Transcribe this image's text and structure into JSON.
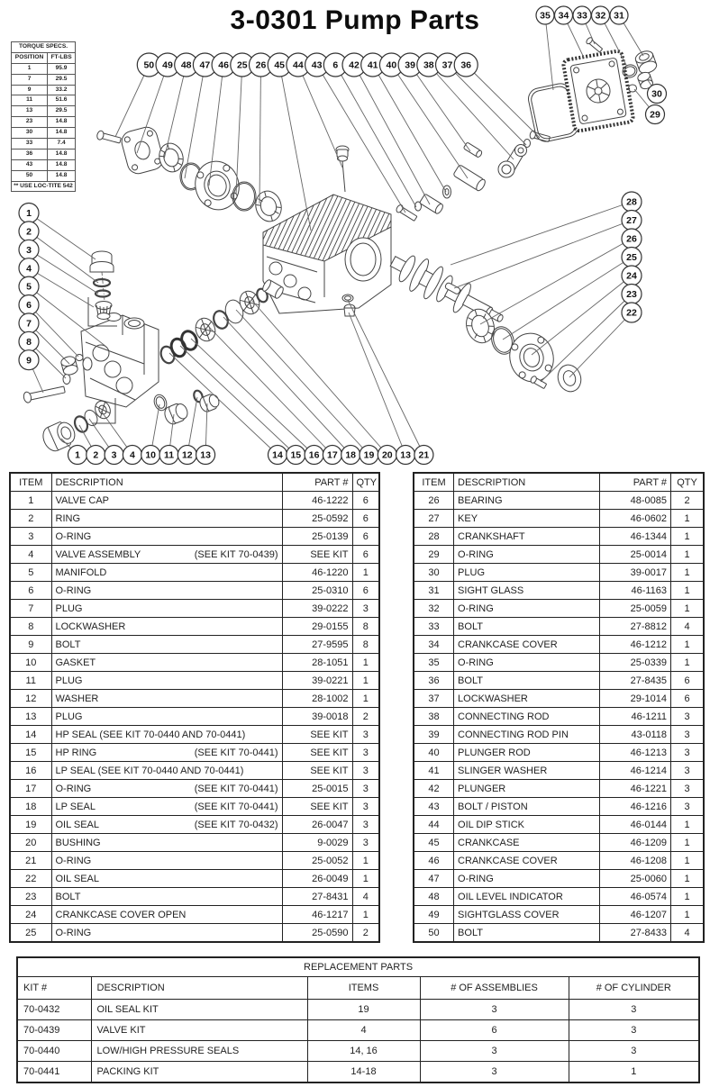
{
  "title": "3-0301 Pump Parts",
  "torque_specs": {
    "title": "TORQUE SPECS.",
    "columns": [
      "POSITION",
      "FT-LBS"
    ],
    "rows": [
      [
        "1",
        "95.9"
      ],
      [
        "7",
        "29.5"
      ],
      [
        "9",
        "33.2"
      ],
      [
        "11",
        "51.6"
      ],
      [
        "13",
        "29.5"
      ],
      [
        "23",
        "14.8"
      ],
      [
        "30",
        "14.8"
      ],
      [
        "33",
        "7.4"
      ],
      [
        "36",
        "14.8"
      ],
      [
        "43",
        "14.8"
      ],
      [
        "50",
        "14.8"
      ]
    ],
    "footnote": "** USE LOC-TITE 542"
  },
  "diagram": {
    "callouts": {
      "top_row": [
        "50",
        "49",
        "48",
        "47",
        "46",
        "25",
        "26",
        "45",
        "44",
        "43",
        "6",
        "42",
        "41",
        "40",
        "39",
        "38",
        "37",
        "36"
      ],
      "top_right_row": [
        "35",
        "34",
        "33",
        "32",
        "31"
      ],
      "single_30": "30",
      "single_29": "29",
      "right_column": [
        "28",
        "27",
        "26",
        "25",
        "24",
        "23",
        "22"
      ],
      "left_column": [
        "1",
        "2",
        "3",
        "4",
        "5",
        "6",
        "7",
        "8",
        "9"
      ],
      "bottom_left_row": [
        "1",
        "2",
        "3",
        "4",
        "10",
        "11",
        "12",
        "13"
      ],
      "bottom_right_row": [
        "14",
        "15",
        "16",
        "17",
        "18",
        "19",
        "20",
        "13",
        "21"
      ]
    }
  },
  "parts_table": {
    "columns": [
      "ITEM",
      "DESCRIPTION",
      "PART #",
      "QTY"
    ],
    "left_rows": [
      {
        "item": "1",
        "desc": "VALVE CAP",
        "note": "",
        "part": "46-1222",
        "qty": "6"
      },
      {
        "item": "2",
        "desc": "RING",
        "note": "",
        "part": "25-0592",
        "qty": "6"
      },
      {
        "item": "3",
        "desc": "O-RING",
        "note": "",
        "part": "25-0139",
        "qty": "6"
      },
      {
        "item": "4",
        "desc": "VALVE ASSEMBLY",
        "note": "(SEE KIT 70-0439)",
        "part": "SEE KIT",
        "qty": "6"
      },
      {
        "item": "5",
        "desc": "MANIFOLD",
        "note": "",
        "part": "46-1220",
        "qty": "1"
      },
      {
        "item": "6",
        "desc": "O-RING",
        "note": "",
        "part": "25-0310",
        "qty": "6"
      },
      {
        "item": "7",
        "desc": "PLUG",
        "note": "",
        "part": "39-0222",
        "qty": "3"
      },
      {
        "item": "8",
        "desc": "LOCKWASHER",
        "note": "",
        "part": "29-0155",
        "qty": "8"
      },
      {
        "item": "9",
        "desc": "BOLT",
        "note": "",
        "part": "27-9595",
        "qty": "8"
      },
      {
        "item": "10",
        "desc": "GASKET",
        "note": "",
        "part": "28-1051",
        "qty": "1"
      },
      {
        "item": "11",
        "desc": "PLUG",
        "note": "",
        "part": "39-0221",
        "qty": "1"
      },
      {
        "item": "12",
        "desc": "WASHER",
        "note": "",
        "part": "28-1002",
        "qty": "1"
      },
      {
        "item": "13",
        "desc": "PLUG",
        "note": "",
        "part": "39-0018",
        "qty": "2"
      },
      {
        "item": "14",
        "desc": "HP SEAL (SEE KIT 70-0440 AND 70-0441)",
        "note": "",
        "part": "SEE KIT",
        "qty": "3"
      },
      {
        "item": "15",
        "desc": "HP RING",
        "note": "(SEE KIT 70-0441)",
        "part": "SEE KIT",
        "qty": "3"
      },
      {
        "item": "16",
        "desc": "LP SEAL (SEE KIT 70-0440 AND 70-0441)",
        "note": "",
        "part": "SEE KIT",
        "qty": "3"
      },
      {
        "item": "17",
        "desc": "O-RING",
        "note": "(SEE KIT 70-0441)",
        "part": "25-0015",
        "qty": "3"
      },
      {
        "item": "18",
        "desc": "LP SEAL",
        "note": "(SEE KIT 70-0441)",
        "part": "SEE KIT",
        "qty": "3"
      },
      {
        "item": "19",
        "desc": "OIL SEAL",
        "note": "(SEE KIT 70-0432)",
        "part": "26-0047",
        "qty": "3"
      },
      {
        "item": "20",
        "desc": "BUSHING",
        "note": "",
        "part": "9-0029",
        "qty": "3"
      },
      {
        "item": "21",
        "desc": "O-RING",
        "note": "",
        "part": "25-0052",
        "qty": "1"
      },
      {
        "item": "22",
        "desc": "OIL SEAL",
        "note": "",
        "part": "26-0049",
        "qty": "1"
      },
      {
        "item": "23",
        "desc": "BOLT",
        "note": "",
        "part": "27-8431",
        "qty": "4"
      },
      {
        "item": "24",
        "desc": "CRANKCASE COVER OPEN",
        "note": "",
        "part": "46-1217",
        "qty": "1"
      },
      {
        "item": "25",
        "desc": "O-RING",
        "note": "",
        "part": "25-0590",
        "qty": "2"
      }
    ],
    "right_rows": [
      {
        "item": "26",
        "desc": "BEARING",
        "note": "",
        "part": "48-0085",
        "qty": "2"
      },
      {
        "item": "27",
        "desc": "KEY",
        "note": "",
        "part": "46-0602",
        "qty": "1"
      },
      {
        "item": "28",
        "desc": "CRANKSHAFT",
        "note": "",
        "part": "46-1344",
        "qty": "1"
      },
      {
        "item": "29",
        "desc": "O-RING",
        "note": "",
        "part": "25-0014",
        "qty": "1"
      },
      {
        "item": "30",
        "desc": "PLUG",
        "note": "",
        "part": "39-0017",
        "qty": "1"
      },
      {
        "item": "31",
        "desc": "SIGHT GLASS",
        "note": "",
        "part": "46-1163",
        "qty": "1"
      },
      {
        "item": "32",
        "desc": "O-RING",
        "note": "",
        "part": "25-0059",
        "qty": "1"
      },
      {
        "item": "33",
        "desc": "BOLT",
        "note": "",
        "part": "27-8812",
        "qty": "4"
      },
      {
        "item": "34",
        "desc": "CRANKCASE COVER",
        "note": "",
        "part": "46-1212",
        "qty": "1"
      },
      {
        "item": "35",
        "desc": "O-RING",
        "note": "",
        "part": "25-0339",
        "qty": "1"
      },
      {
        "item": "36",
        "desc": "BOLT",
        "note": "",
        "part": "27-8435",
        "qty": "6"
      },
      {
        "item": "37",
        "desc": "LOCKWASHER",
        "note": "",
        "part": "29-1014",
        "qty": "6"
      },
      {
        "item": "38",
        "desc": "CONNECTING ROD",
        "note": "",
        "part": "46-1211",
        "qty": "3"
      },
      {
        "item": "39",
        "desc": "CONNECTING ROD PIN",
        "note": "",
        "part": "43-0118",
        "qty": "3"
      },
      {
        "item": "40",
        "desc": "PLUNGER ROD",
        "note": "",
        "part": "46-1213",
        "qty": "3"
      },
      {
        "item": "41",
        "desc": "SLINGER WASHER",
        "note": "",
        "part": "46-1214",
        "qty": "3"
      },
      {
        "item": "42",
        "desc": "PLUNGER",
        "note": "",
        "part": "46-1221",
        "qty": "3"
      },
      {
        "item": "43",
        "desc": "BOLT / PISTON",
        "note": "",
        "part": "46-1216",
        "qty": "3"
      },
      {
        "item": "44",
        "desc": "OIL DIP STICK",
        "note": "",
        "part": "46-0144",
        "qty": "1"
      },
      {
        "item": "45",
        "desc": "CRANKCASE",
        "note": "",
        "part": "46-1209",
        "qty": "1"
      },
      {
        "item": "46",
        "desc": "CRANKCASE COVER",
        "note": "",
        "part": "46-1208",
        "qty": "1"
      },
      {
        "item": "47",
        "desc": "O-RING",
        "note": "",
        "part": "25-0060",
        "qty": "1"
      },
      {
        "item": "48",
        "desc": "OIL LEVEL INDICATOR",
        "note": "",
        "part": "46-0574",
        "qty": "1"
      },
      {
        "item": "49",
        "desc": "SIGHTGLASS COVER",
        "note": "",
        "part": "46-1207",
        "qty": "1"
      },
      {
        "item": "50",
        "desc": "BOLT",
        "note": "",
        "part": "27-8433",
        "qty": "4"
      }
    ]
  },
  "replacement_parts": {
    "title": "REPLACEMENT PARTS",
    "columns": [
      "KIT #",
      "DESCRIPTION",
      "ITEMS",
      "# OF ASSEMBLIES",
      "# OF CYLINDER"
    ],
    "rows": [
      [
        "70-0432",
        "OIL SEAL KIT",
        "19",
        "3",
        "3"
      ],
      [
        "70-0439",
        "VALVE KIT",
        "4",
        "6",
        "3"
      ],
      [
        "70-0440",
        "LOW/HIGH PRESSURE SEALS",
        "14, 16",
        "3",
        "3"
      ],
      [
        "70-0441",
        "PACKING KIT",
        "14-18",
        "3",
        "1"
      ]
    ]
  }
}
